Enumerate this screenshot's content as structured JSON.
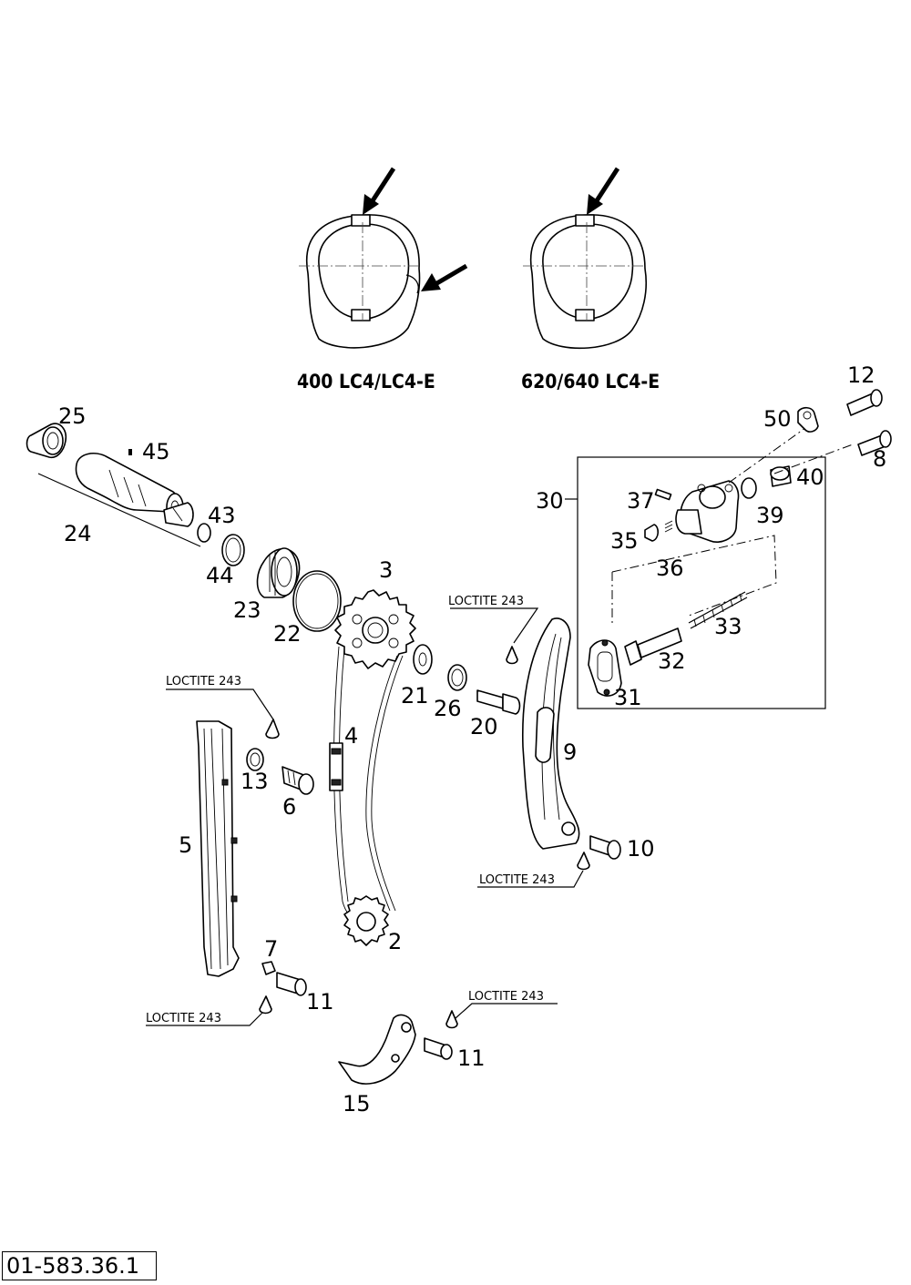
{
  "captions": {
    "variant_a": "400 LC4/LC4-E",
    "variant_b": "620/640 LC4-E"
  },
  "callouts": {
    "c2": "2",
    "c3": "3",
    "c4": "4",
    "c5": "5",
    "c6": "6",
    "c7": "7",
    "c8": "8",
    "c9": "9",
    "c10": "10",
    "c11a": "11",
    "c11b": "11",
    "c12": "12",
    "c13": "13",
    "c15": "15",
    "c20": "20",
    "c21": "21",
    "c22": "22",
    "c23": "23",
    "c24": "24",
    "c25": "25",
    "c26": "26",
    "c30": "30",
    "c31": "31",
    "c32": "32",
    "c33": "33",
    "c35": "35",
    "c36": "36",
    "c37": "37",
    "c39": "39",
    "c40": "40",
    "c43": "43",
    "c44": "44",
    "c45": "45",
    "c50": "50"
  },
  "notes": {
    "loctite_1": "LOCTITE 243",
    "loctite_2": "LOCTITE 243",
    "loctite_3": "LOCTITE 243",
    "loctite_4": "LOCTITE 243",
    "loctite_5": "LOCTITE 243"
  },
  "reference_code": "01-583.36.1"
}
